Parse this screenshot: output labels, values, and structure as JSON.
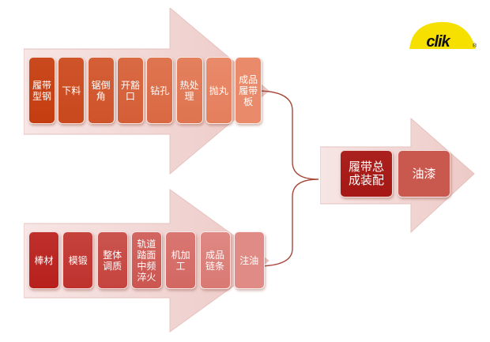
{
  "logo": {
    "text": "clik",
    "mark": "®"
  },
  "top_row": {
    "steps": [
      {
        "label": "履带\n型钢"
      },
      {
        "label": "下料"
      },
      {
        "label": "锯倒\n角"
      },
      {
        "label": "开豁\n口"
      },
      {
        "label": "钻孔"
      },
      {
        "label": "热处\n理"
      },
      {
        "label": "抛丸"
      },
      {
        "label": "成品\n履带\n板"
      }
    ]
  },
  "bottom_row": {
    "steps": [
      {
        "label": "棒材"
      },
      {
        "label": "模锻"
      },
      {
        "label": "整体\n调质"
      },
      {
        "label": "轨道\n踏面\n中频\n淬火"
      },
      {
        "label": "机加\n工"
      },
      {
        "label": "成品\n链条"
      },
      {
        "label": "注油"
      }
    ]
  },
  "final_row": {
    "steps": [
      {
        "label": "履带总\n成装配"
      },
      {
        "label": "油漆"
      }
    ]
  },
  "colors": {
    "arrow_fill": "#f2dcdb",
    "arrow_edge": "#e3b7b2",
    "top_dark": "#c43d10",
    "top_light": "#e98a6a",
    "bottom_dark": "#b8201c",
    "bottom_light": "#e08b85",
    "final_dark": "#a51714",
    "final_light": "#c9584f",
    "bracket": "#a8483a",
    "logo_bg": "#f5e000"
  }
}
